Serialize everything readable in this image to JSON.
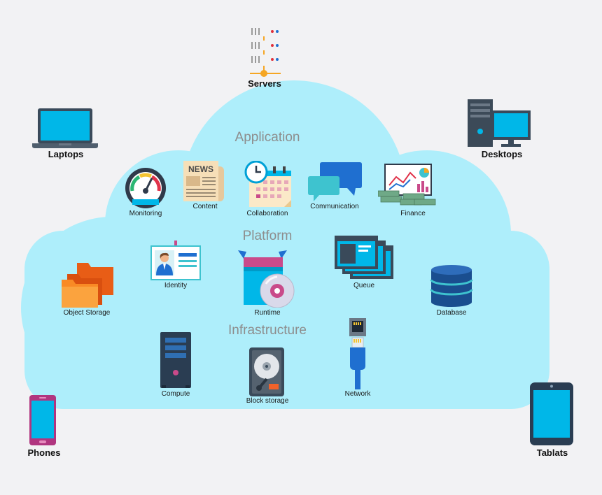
{
  "layers": {
    "application": "Application",
    "platform": "Platform",
    "infrastructure": "Infrastructure"
  },
  "devices": {
    "servers": "Servers",
    "laptops": "Laptops",
    "desktops": "Desktops",
    "phones": "Phones",
    "tablets": "Tablats"
  },
  "application": {
    "monitoring": "Monitoring",
    "content": "Content",
    "collaboration": "Collaboration",
    "communication": "Communication",
    "finance": "Finance",
    "news_text": "NEWS"
  },
  "platform": {
    "identity": "Identity",
    "runtime": "Runtime",
    "queue": "Queue",
    "object_storage": "Object Storage",
    "database": "Database"
  },
  "infrastructure": {
    "compute": "Compute",
    "block_storage": "Block storage",
    "network": "Network"
  },
  "colors": {
    "cloud": "#aeeefb",
    "background": "#f2f2f4",
    "layer_text": "#8d8d8d",
    "device_screen": "#00b7e8",
    "device_frame": "#3a4a5a"
  }
}
